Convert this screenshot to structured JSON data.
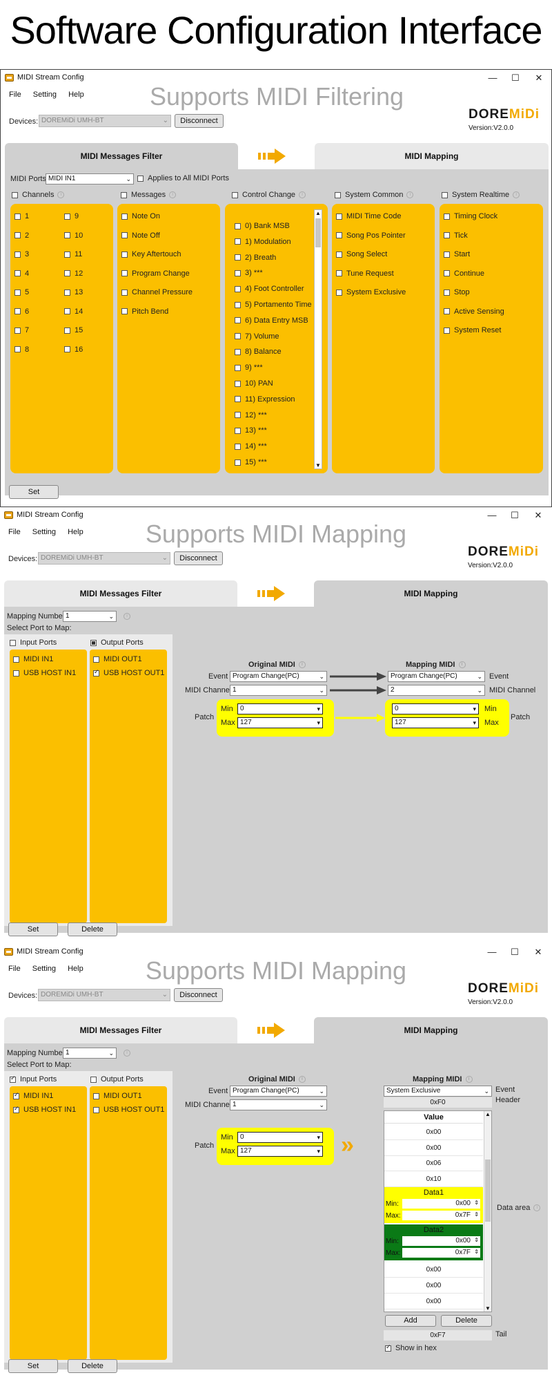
{
  "main_title": "Software Configuration Interface",
  "app": {
    "title": "MIDI Stream Config",
    "minimize": "—",
    "maximize": "☐",
    "close": "✕",
    "menu": [
      "File",
      "Setting",
      "Help"
    ],
    "devices_label": "Devices:",
    "device_value": "DOREMiDi UMH-BT",
    "disconnect": "Disconnect",
    "logo_dore": "DORE",
    "logo_midi": "MiDi",
    "version": "Version:V2.0.0",
    "tab_filter": "MIDI Messages Filter",
    "tab_mapping": "MIDI Mapping"
  },
  "w1": {
    "watermark": "Supports MIDI Filtering",
    "ports_label": "MIDI Ports",
    "ports_value": "MIDI IN1",
    "applies_all": "Applies to All MIDI Ports",
    "headers": {
      "channels": "Channels",
      "messages": "Messages",
      "control_change": "Control Change",
      "system_common": "System Common",
      "system_realtime": "System Realtime"
    },
    "channels": [
      "1",
      "2",
      "3",
      "4",
      "5",
      "6",
      "7",
      "8",
      "9",
      "10",
      "11",
      "12",
      "13",
      "14",
      "15",
      "16"
    ],
    "messages": [
      "Note On",
      "Note Off",
      "Key Aftertouch",
      "Program Change",
      "Channel Pressure",
      "Pitch Bend"
    ],
    "control_change": [
      "0) Bank MSB",
      "1) Modulation",
      "2) Breath",
      "3) ***",
      "4) Foot Controller",
      "5) Portamento Time",
      "6) Data Entry MSB",
      "7) Volume",
      "8) Balance",
      "9) ***",
      "10) PAN",
      "11) Expression",
      "12) ***",
      "13) ***",
      "14) ***",
      "15) ***"
    ],
    "system_common": [
      "MIDI Time Code",
      "Song Pos Pointer",
      "Song Select",
      "Tune Request",
      "System Exclusive"
    ],
    "system_realtime": [
      "Timing Clock",
      "Tick",
      "Start",
      "Continue",
      "Stop",
      "Active Sensing",
      "System Reset"
    ],
    "set": "Set"
  },
  "w2": {
    "watermark": "Supports MIDI Mapping",
    "mapping_number_label": "Mapping Number",
    "mapping_number": "1",
    "select_port": "Select Port to Map:",
    "input_ports": "Input Ports",
    "output_ports": "Output Ports",
    "inputs": [
      "MIDI IN1",
      "USB HOST IN1"
    ],
    "outputs": [
      "MIDI OUT1",
      "USB HOST OUT1"
    ],
    "original_midi": "Original MIDI",
    "mapping_midi": "Mapping MIDI",
    "event_label": "Event",
    "channel_label": "MIDI Channel",
    "patch_label": "Patch",
    "min_label": "Min",
    "max_label": "Max",
    "orig_event": "Program Change(PC)",
    "orig_channel": "1",
    "orig_min": "0",
    "orig_max": "127",
    "map_event": "Program Change(PC)",
    "map_channel": "2",
    "map_min": "0",
    "map_max": "127",
    "set": "Set",
    "delete": "Delete"
  },
  "w3": {
    "watermark": "Supports MIDI Mapping",
    "mapping_number_label": "Mapping Number",
    "mapping_number": "1",
    "select_port": "Select Port to Map:",
    "input_ports": "Input Ports",
    "output_ports": "Output Ports",
    "inputs": [
      "MIDI IN1",
      "USB HOST IN1"
    ],
    "outputs": [
      "MIDI OUT1",
      "USB HOST OUT1"
    ],
    "original_midi": "Original MIDI",
    "mapping_midi": "Mapping MIDI",
    "event_label": "Event",
    "channel_label": "MIDI Channel",
    "patch_label": "Patch",
    "min_label": "Min",
    "max_label": "Max",
    "orig_event": "Program Change(PC)",
    "orig_channel": "1",
    "orig_min": "0",
    "orig_max": "127",
    "map_event": "System Exclusive",
    "header_label": "Header",
    "header_value": "0xF0",
    "value_header": "Value",
    "values_top": [
      "0x00",
      "0x00",
      "0x06",
      "0x10"
    ],
    "data1": "Data1",
    "data2": "Data2",
    "data_min_label": "Min:",
    "data_max_label": "Max:",
    "data1_min": "0x00",
    "data1_max": "0x7F",
    "data2_min": "0x00",
    "data2_max": "0x7F",
    "values_bottom": [
      "0x00",
      "0x00",
      "0x00"
    ],
    "data_area": "Data area",
    "add": "Add",
    "delete_row": "Delete",
    "tail_label": "Tail",
    "tail_value": "0xF7",
    "show_hex": "Show in hex",
    "set": "Set",
    "delete": "Delete"
  }
}
